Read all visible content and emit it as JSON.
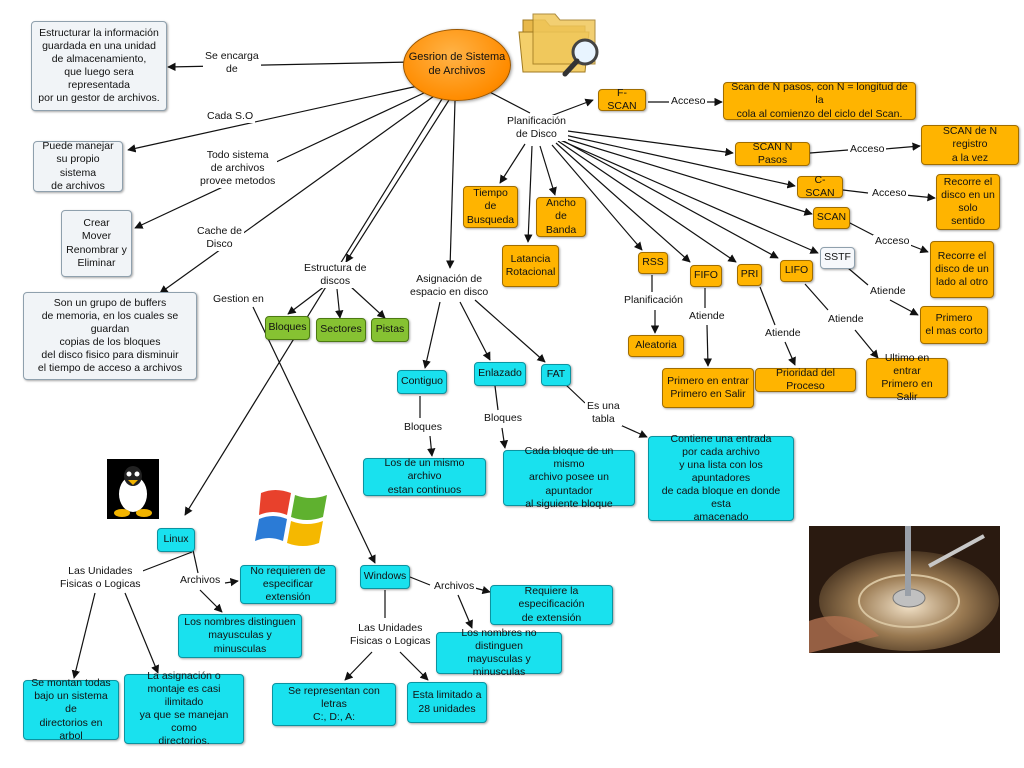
{
  "center": "Gesrion de Sistema\nde Archivos",
  "nodes": {
    "estructurar": "Estructurar la información\nguardada en una unidad\nde almacenamiento,\nque luego sera representada\npor un gestor de archivos.",
    "manejar": "Puede manejar\nsu propio sistema\nde archivos",
    "metodos": "Crear\nMover\nRenombrar y\nEliminar",
    "buffers": "Son un grupo de buffers\nde memoria, en los cuales se guardan\ncopias de los bloques\ndel disco fisico para disminuir\nel tiempo de acceso a archivos",
    "bloques": "Bloques",
    "sectores": "Sectores",
    "pistas": "Pistas",
    "contiguo": "Contiguo",
    "enlazado": "Enlazado",
    "fat": "FAT",
    "contiguo_desc": "Los de un mismo archivo\nestan continuos",
    "enlazado_desc": "Cada bloque de un mismo\narchivo posee un apuntador\nal siguiente bloque",
    "fat_desc": "Contiene una entrada\npor cada archivo\ny una lista con los apuntadores\nde cada bloque en donde esta\namacenado",
    "linux": "Linux",
    "linux_ext": "No requieren de\nespecificar extensión",
    "linux_may": "Los nombres distinguen\nmayusculas y minusculas",
    "linux_montan": "Se montan todas\nbajo un sistema de\ndirectorios en arbol",
    "linux_asig": "La asignación o\nmontaje es casi ilimitado\nya que se manejan como\ndirectorios.",
    "windows": "Windows",
    "win_ext": "Requiere la especificación\nde extensión",
    "win_may": "Los nombres no distinguen\nmayusculas y minusculas",
    "win_letras": "Se representan con letras\nC:, D:, A:",
    "win_limit": "Esta limitado a\n28 unidades",
    "fscan": "F-SCAN",
    "fscan_desc": "Scan de N pasos, con N = longitud de la\ncola al comienzo del ciclo del Scan.",
    "scann": "SCAN N Pasos",
    "scann_desc": "SCAN de N registro\na la vez",
    "cscan": "C-SCAN",
    "cscan_desc": "Recorre el\ndisco en un\nsolo sentido",
    "scan": "SCAN",
    "scan_desc": "Recorre el\ndisco de un\nlado al otro",
    "sstf": "SSTF",
    "sstf_desc": "Primero\nel mas corto",
    "tiempo": "Tiempo de\nBusqueda",
    "ancho": "Ancho\nde Banda",
    "latencia": "Latancia\nRotacional",
    "rss": "RSS",
    "fifo": "FIFO",
    "pri": "PRI",
    "lifo": "LIFO",
    "aleatoria": "Aleatoria",
    "fifo_desc": "Primero en entrar\nPrimero en Salir",
    "pri_desc": "Prioridad del Proceso",
    "lifo_desc": "Ultimo en entrar\nPrimero en Salir"
  },
  "labels": {
    "se_encarga": "Se encarga\nde",
    "cada_so": "Cada S.O",
    "todo_sistema": "Todo sistema\nde archivos\nprovee metodos",
    "cache": "Cache de\nDisco",
    "gestion": "Gestion en",
    "estructura": "Estructura de\ndiscos",
    "asignacion": "Asignación de\nespacio en disco",
    "planificacion": "Planificación\nde Disco",
    "bloques_c": "Bloques",
    "bloques_e": "Bloques",
    "es_una_tabla": "Es una\ntabla",
    "archivos_l": "Archivos",
    "unidades_l": "Las Unidades\nFisicas o Logicas",
    "archivos_w": "Archivos",
    "unidades_w": "Las Unidades\nFisicas o Logicas",
    "acceso1": "Acceso",
    "acceso2": "Acceso",
    "acceso3": "Acceso",
    "acceso4": "Acceso",
    "atiende_sstf": "Atiende",
    "planif_rss": "Planificación",
    "atiende_fifo": "Atiende",
    "atiende_pri": "Atiende",
    "atiende_lifo": "Atiende"
  },
  "colors": {
    "edge": "#111111",
    "orange": "#ffb400",
    "green": "#86c232",
    "cyan": "#19e1ee",
    "grey": "#f1f4f7"
  },
  "icons": [
    "folder-search-icon",
    "linux-penguin-icon",
    "windows-logo-icon",
    "hard-drive-photo"
  ]
}
